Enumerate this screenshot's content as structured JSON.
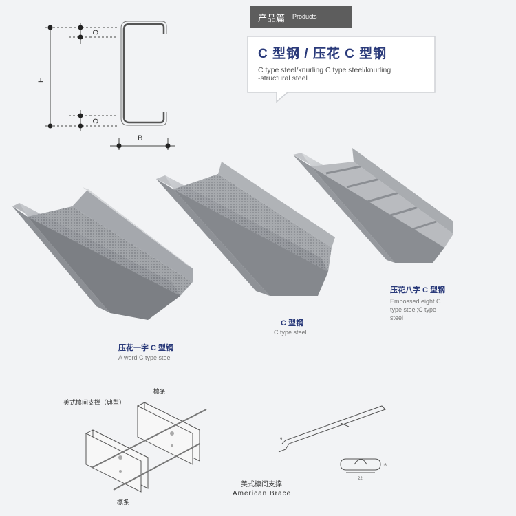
{
  "header": {
    "tab_cn": "产品篇",
    "tab_en": "Products",
    "title": "C 型钢 / 压花 C 型钢",
    "subtitle_line1": "C type steel/knurling C type steel/knurling",
    "subtitle_line2": "-structural steel"
  },
  "diagram": {
    "dim_c_top": "C",
    "dim_h": "H",
    "dim_c_bottom": "C",
    "dim_b": "B"
  },
  "products": [
    {
      "name_cn": "压花一字 C 型钢",
      "name_en": "A word  C type steel"
    },
    {
      "name_cn": "C 型钢",
      "name_en": "C type steel"
    },
    {
      "name_cn": "压花八字 C 型钢",
      "name_en_lines": [
        "Embossed eight C",
        "type steel;C type",
        "steel"
      ]
    }
  ],
  "brace": {
    "purlin_label_top": "檩条",
    "brace_label": "美式檩间支撑（典型）",
    "purlin_label_bottom": "檩条",
    "caption_cn": "美式檩间支撑",
    "caption_en": "American Brace"
  },
  "colors": {
    "title_blue": "#2a3a7a",
    "tab_gray": "#5d5d5d"
  }
}
